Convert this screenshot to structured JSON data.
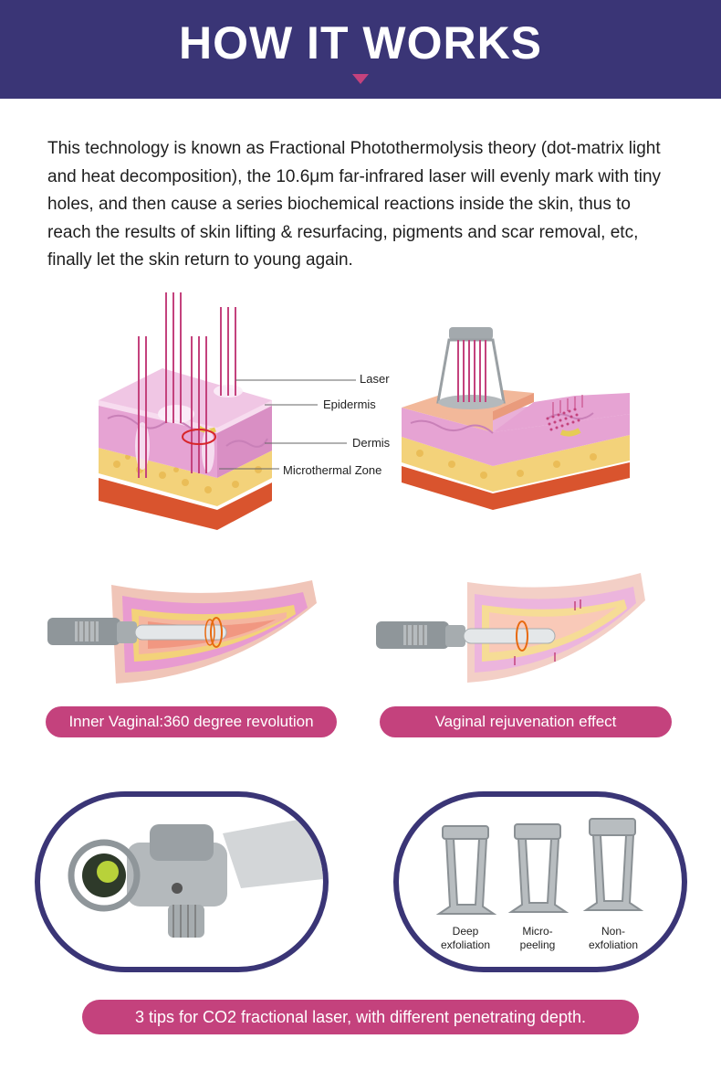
{
  "header": {
    "title": "HOW IT WORKS"
  },
  "intro": {
    "text": "This technology is known as Fractional Photothermolysis theory (dot-matrix light and heat decomposition), the 10.6μm far-infrared laser will evenly mark with tiny holes, and then cause a series biochemical reactions inside the skin, thus to reach the results of skin lifting & resurfacing, pigments and scar removal, etc, finally let the skin return to young again."
  },
  "skin_diagram": {
    "labels": {
      "laser": "Laser",
      "epidermis": "Epidermis",
      "dermis": "Dermis",
      "microthermal": "Microthermal Zone"
    }
  },
  "vaginal": {
    "left_caption": "Inner Vaginal:360 degree revolution",
    "right_caption": "Vaginal rejuvenation effect"
  },
  "tips": {
    "labels": [
      "Deep exfoliation",
      "Micro-peeling",
      "Non-exfoliation"
    ],
    "label_lines": [
      [
        "Deep",
        "exfoliation"
      ],
      [
        "Micro-",
        "peeling"
      ],
      [
        "Non-",
        "exfoliation"
      ]
    ],
    "caption": "3 tips for CO2 fractional laser, with different penetrating depth."
  },
  "colors": {
    "header_bg": "#3a3576",
    "accent_pink": "#c4427d",
    "skin_pink": "#e6a3d3",
    "fat_yellow": "#f3d27a",
    "muscle_red": "#d9542e"
  }
}
